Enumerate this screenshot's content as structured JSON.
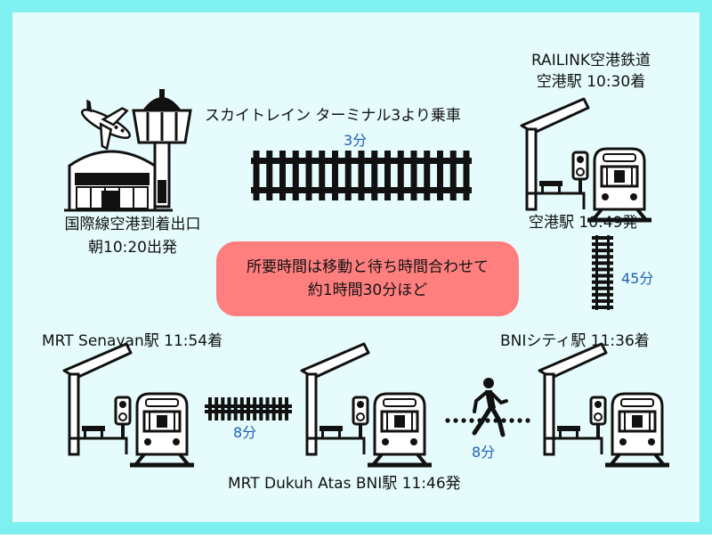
{
  "colors": {
    "frame": "#7ff0f0",
    "background": "#e6fcfc",
    "note_bg": "#ff7f7f",
    "duration_text": "#1f5fb8"
  },
  "airport": {
    "line1": "国際線空港到着出口",
    "line2": "朝10:20出発",
    "icons": [
      "airplane-icon",
      "control-tower-icon",
      "terminal-building-icon"
    ]
  },
  "skytrain": {
    "label": "スカイトレイン ターミナル3より乗車",
    "duration": "3分"
  },
  "railink": {
    "line1": "RAILINK空港鉄道",
    "line2": "空港駅 10:30着",
    "depart": "空港駅 10:49発",
    "duration": "45分"
  },
  "bni_city": {
    "label": "BNIシティ駅 11:36着"
  },
  "walk": {
    "duration": "8分",
    "icon": "walking-person-icon"
  },
  "dukuh_atas": {
    "label": "MRT Dukuh Atas BNI駅 11:46発"
  },
  "mrt": {
    "duration": "8分"
  },
  "senayan": {
    "label": "MRT Senayan駅 11:54着"
  },
  "note": {
    "line1": "所要時間は移動と待ち時間合わせて",
    "line2": "約1時間30分ほど"
  }
}
